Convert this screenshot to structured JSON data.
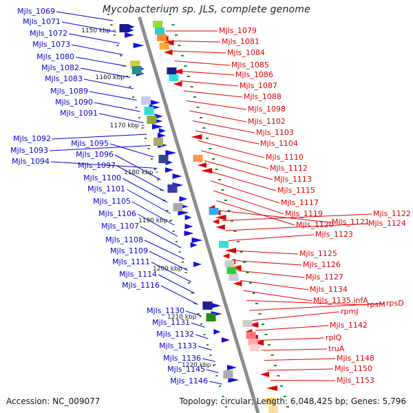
{
  "title": "Mycobacterium sp. JLS, complete genome",
  "accession": "Accession: NC_009077",
  "topology": "Topology: circular; Length: 6,048,425 bp; Genes: 5,796",
  "colors": {
    "left_labels": "#0000cc",
    "right_labels": "#dd0000",
    "backbone": "#8c8c8c",
    "ticks": "#1a8a1a"
  },
  "ticks": [
    "1150 kbp",
    "1160 kbp",
    "1170 kbp",
    "1180 kbp",
    "1190 kbp",
    "1200 kbp",
    "1210 kbp",
    "1220 kbp"
  ],
  "left_labels": [
    "Mjls_1069",
    "Mjls_1071",
    "Mjls_1072",
    "Mjls_1073",
    "Mjls_1080",
    "Mjls_1082",
    "Mjls_1083",
    "Mjls_1089",
    "Mjls_1090",
    "Mjls_1091",
    "Mjls_1092",
    "Mjls_1093",
    "Mjls_1095",
    "Mjls_1094",
    "Mjls_1096",
    "Mjls_1097",
    "Mjls_1100",
    "Mjls_1101",
    "Mjls_1105",
    "Mjls_1106",
    "Mjls_1107",
    "Mjls_1108",
    "Mjls_1109",
    "Mjls_1111",
    "Mjls_1114",
    "Mjls_1116",
    "Mjls_1130",
    "Mjls_1131",
    "Mjls_1132",
    "Mjls_1133",
    "Mjls_1136",
    "Mjls_1145",
    "Mjls_1146"
  ],
  "right_labels": [
    "Mjls_1079",
    "Mjls_1081",
    "Mjls_1084",
    "Mjls_1085",
    "Mjls_1086",
    "Mjls_1087",
    "Mjls_1088",
    "Mjls_1098",
    "Mjls_1102",
    "Mjls_1103",
    "Mjls_1104",
    "Mjls_1110",
    "Mjls_1112",
    "Mjls_1113",
    "Mjls_1115",
    "Mjls_1117",
    "Mjls_1119",
    "Mjls_1120",
    "Mjls_1121",
    "Mjls_1122",
    "Mjls_1124",
    "Mjls_1123",
    "Mjls_1125",
    "Mjls_1126",
    "Mjls_1127",
    "Mjls_1134",
    "Mjls_1135.infA",
    "rpsM",
    "rpsD",
    "rpmJ",
    "Mjls_1142",
    "rplQ",
    "truA",
    "Mjls_1148",
    "Mjls_1150",
    "Mjls_1153"
  ]
}
